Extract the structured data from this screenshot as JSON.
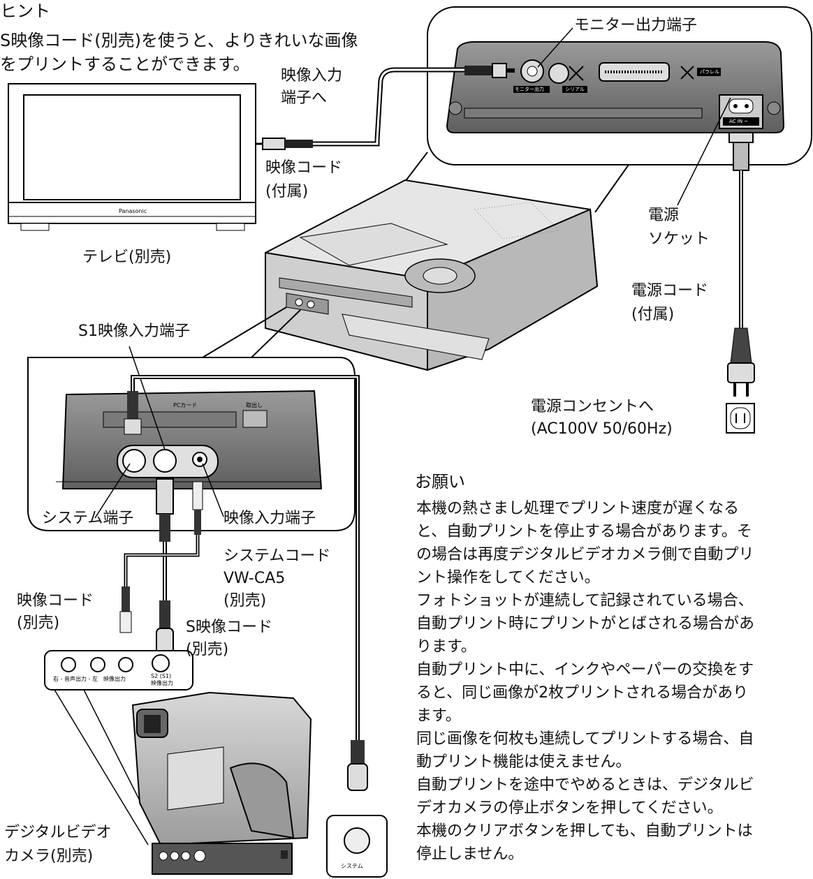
{
  "hint": {
    "heading_partial": "ヒント",
    "lines": [
      "S映像コード(別売)を使うと、よりきれいな画像",
      "をプリントすることができます。"
    ]
  },
  "labels": {
    "monitor_out": "モニター出力端子",
    "video_in_to": [
      "映像入力",
      "端子へ"
    ],
    "video_cord_included": [
      "映像コード",
      "(付属)"
    ],
    "tv": "テレビ(別売)",
    "power_socket": [
      "電源",
      "ソケット"
    ],
    "power_cord": [
      "電源コード",
      "(付属)"
    ],
    "s1_video_in": "S1映像入力端子",
    "outlet": [
      "電源コンセントへ",
      "(AC100V 50/60Hz)"
    ],
    "system_terminal": "システム端子",
    "video_in_terminal": "映像入力端子",
    "system_cord": [
      "システムコード",
      "VW-CA5",
      "(別売)"
    ],
    "video_cord_sold": [
      "映像コード",
      "(別売)"
    ],
    "s_video_cord": [
      "S映像コード",
      "(別売)"
    ],
    "camera": [
      "デジタルビデオ",
      "カメラ(別売)"
    ]
  },
  "device_text": {
    "monitor_badge": "モニター出力",
    "serial_badge": "シリアル",
    "parallel_badge": "パラレル",
    "ac_in": "AC IN ~",
    "pc_card": "PCカード",
    "eject": "取出し",
    "tv_brand": "Panasonic",
    "cam_jacks": "右 - 音声出力 - 左　映像出力",
    "cam_s2": [
      "S2 (S1)",
      "映像出力"
    ],
    "system_port": "システム"
  },
  "notes": {
    "title": "お願い",
    "lines": [
      "本機の熱さまし処理でプリント速度が遅くなる",
      "と、自動プリントを停止する場合があります。そ",
      "の場合は再度デジタルビデオカメラ側で自動プリ",
      "ント操作をしてください。",
      "フォトショットが連続して記録されている場合、",
      "自動プリント時にプリントがとばされる場合があ",
      "ります。",
      "自動プリント中に、インクやペーパーの交換をす",
      "ると、同じ画像が2枚プリントされる場合があり",
      "ます。",
      "同じ画像を何枚も連続してプリントする場合、自",
      "動プリント機能は使えません。",
      "自動プリントを途中でやめるときは、デジタルビ",
      "デオカメラの停止ボタンを押してください。",
      "本機のクリアボタンを押しても、自動プリントは",
      "停止しません。"
    ]
  }
}
